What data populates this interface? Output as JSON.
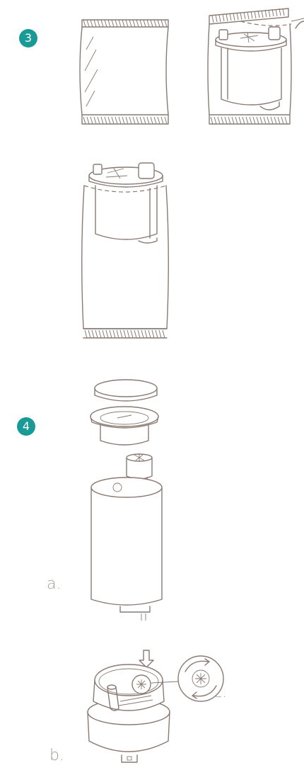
{
  "steps": {
    "step3": {
      "number": "3"
    },
    "step4": {
      "number": "4"
    }
  },
  "labels": {
    "a": "a.",
    "b": "b.",
    "c": "c."
  },
  "colors": {
    "badge": "#1a9a96",
    "line": "#8a7a73",
    "label": "#a79a93"
  }
}
